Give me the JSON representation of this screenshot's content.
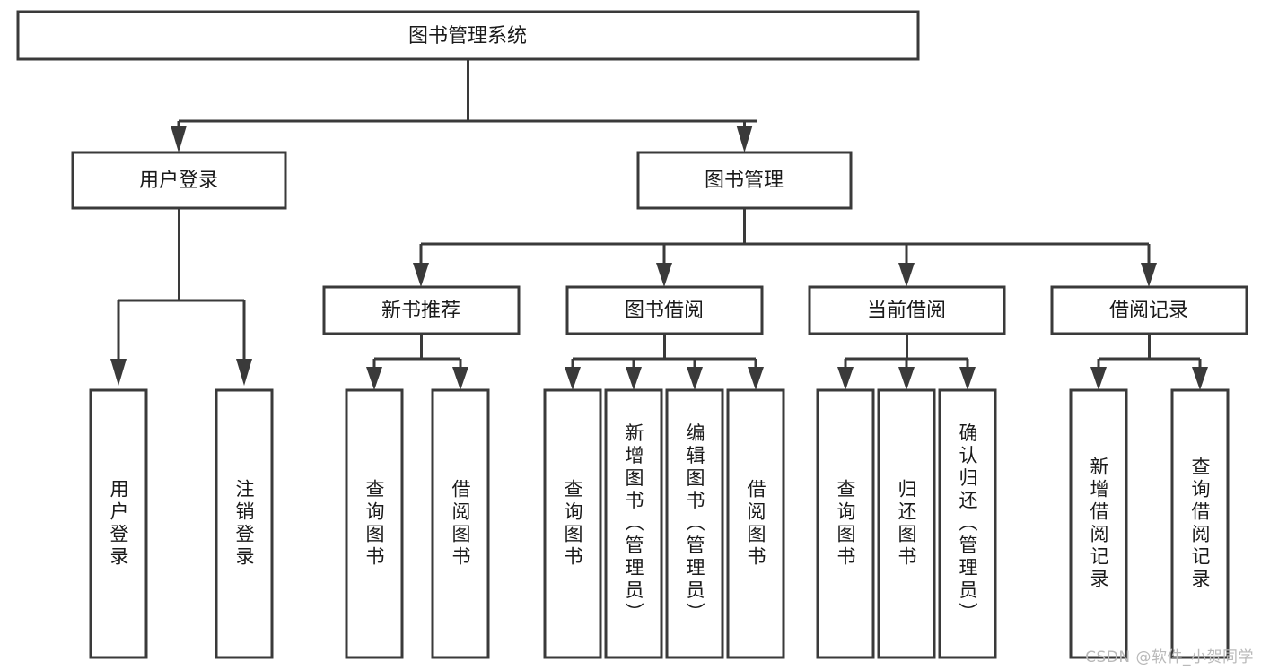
{
  "diagram": {
    "title": "图书管理系统",
    "type": "hierarchy-tree",
    "root": {
      "label": "图书管理系统"
    },
    "level2": [
      {
        "label": "用户登录"
      },
      {
        "label": "图书管理"
      }
    ],
    "level3": [
      {
        "label": "新书推荐"
      },
      {
        "label": "图书借阅"
      },
      {
        "label": "当前借阅"
      },
      {
        "label": "借阅记录"
      }
    ],
    "leaves": {
      "user_login": [
        {
          "label": "用户登录"
        },
        {
          "label": "注销登录"
        }
      ],
      "new_book_recommend": [
        {
          "label": "查询图书"
        },
        {
          "label": "借阅图书"
        }
      ],
      "book_borrow": [
        {
          "label": "查询图书"
        },
        {
          "label": "新增图书（管理员）"
        },
        {
          "label": "编辑图书（管理员）"
        },
        {
          "label": "借阅图书"
        }
      ],
      "current_borrow": [
        {
          "label": "查询图书"
        },
        {
          "label": "归还图书"
        },
        {
          "label": "确认归还（管理员）"
        }
      ],
      "borrow_record": [
        {
          "label": "新增借阅记录"
        },
        {
          "label": "查询借阅记录"
        }
      ]
    }
  },
  "watermark": {
    "text": "CSDN @软件_小贺同学"
  },
  "colors": {
    "stroke": "#3a3a3a",
    "fill": "#ffffff",
    "text": "#1a1a1a",
    "watermark": "#b9b9b9"
  }
}
